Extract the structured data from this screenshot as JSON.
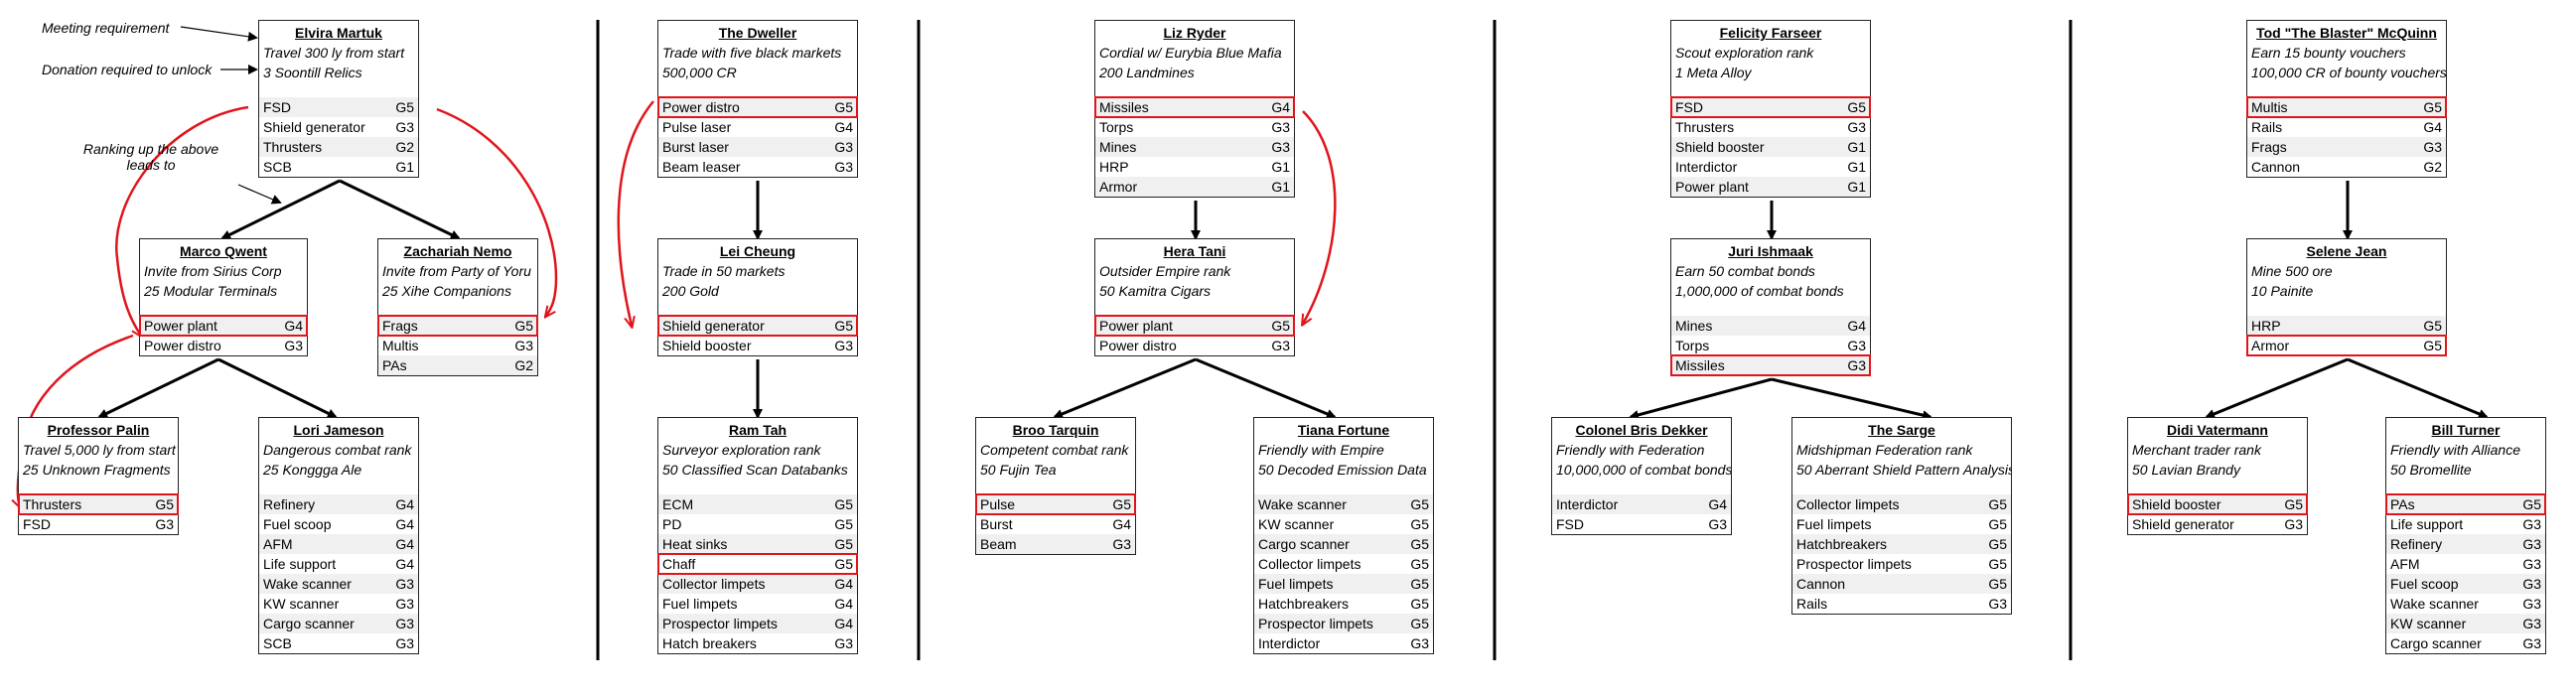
{
  "annotations": {
    "meeting_requirement": "Meeting requirement",
    "donation_required": "Donation required to unlock",
    "ranking_up": "Ranking up the above leads to"
  },
  "colors": {
    "highlight": "#e0141b",
    "line": "#000000",
    "row_alt": "#f0f0f0"
  },
  "engineers": [
    {
      "name": "Elvira Martuk",
      "req1": "Travel 300 ly from start",
      "req2": "3 Soontill Relics",
      "mods": [
        {
          "n": "FSD",
          "g": "G5",
          "hl": false
        },
        {
          "n": "Shield generator",
          "g": "G3",
          "hl": false
        },
        {
          "n": "Thrusters",
          "g": "G2",
          "hl": false
        },
        {
          "n": "SCB",
          "g": "G1",
          "hl": false
        }
      ]
    },
    {
      "name": "Marco Qwent",
      "req1": "Invite from Sirius Corp",
      "req2": "25 Modular Terminals",
      "mods": [
        {
          "n": "Power plant",
          "g": "G4",
          "hl": true
        },
        {
          "n": "Power distro",
          "g": "G3",
          "hl": false
        }
      ]
    },
    {
      "name": "Zachariah Nemo",
      "req1": "Invite from Party of Yoru",
      "req2": "25 Xihe Companions",
      "mods": [
        {
          "n": "Frags",
          "g": "G5",
          "hl": true
        },
        {
          "n": "Multis",
          "g": "G3",
          "hl": false
        },
        {
          "n": "PAs",
          "g": "G2",
          "hl": false
        }
      ]
    },
    {
      "name": "Professor Palin",
      "req1": "Travel 5,000 ly from start",
      "req2": "25 Unknown Fragments",
      "mods": [
        {
          "n": "Thrusters",
          "g": "G5",
          "hl": true
        },
        {
          "n": "FSD",
          "g": "G3",
          "hl": false
        }
      ]
    },
    {
      "name": "Lori Jameson",
      "req1": "Dangerous combat rank",
      "req2": "25 Konggga Ale",
      "mods": [
        {
          "n": "Refinery",
          "g": "G4",
          "hl": false
        },
        {
          "n": "Fuel scoop",
          "g": "G4",
          "hl": false
        },
        {
          "n": "AFM",
          "g": "G4",
          "hl": false
        },
        {
          "n": "Life support",
          "g": "G4",
          "hl": false
        },
        {
          "n": "Wake scanner",
          "g": "G3",
          "hl": false
        },
        {
          "n": "KW scanner",
          "g": "G3",
          "hl": false
        },
        {
          "n": "Cargo scanner",
          "g": "G3",
          "hl": false
        },
        {
          "n": "SCB",
          "g": "G3",
          "hl": false
        }
      ]
    },
    {
      "name": "The Dweller",
      "req1": "Trade with five black markets",
      "req2": "500,000 CR",
      "mods": [
        {
          "n": "Power distro",
          "g": "G5",
          "hl": true
        },
        {
          "n": "Pulse laser",
          "g": "G4",
          "hl": false
        },
        {
          "n": "Burst laser",
          "g": "G3",
          "hl": false
        },
        {
          "n": "Beam leaser",
          "g": "G3",
          "hl": false
        }
      ]
    },
    {
      "name": "Lei Cheung",
      "req1": "Trade in 50 markets",
      "req2": "200 Gold",
      "mods": [
        {
          "n": "Shield generator",
          "g": "G5",
          "hl": true
        },
        {
          "n": "Shield booster",
          "g": "G3",
          "hl": false
        }
      ]
    },
    {
      "name": "Ram Tah",
      "req1": "Surveyor exploration rank",
      "req2": "50 Classified Scan Databanks",
      "mods": [
        {
          "n": "ECM",
          "g": "G5",
          "hl": false
        },
        {
          "n": "PD",
          "g": "G5",
          "hl": false
        },
        {
          "n": "Heat sinks",
          "g": "G5",
          "hl": false
        },
        {
          "n": "Chaff",
          "g": "G5",
          "hl": true
        },
        {
          "n": "Collector limpets",
          "g": "G4",
          "hl": false
        },
        {
          "n": "Fuel limpets",
          "g": "G4",
          "hl": false
        },
        {
          "n": "Prospector limpets",
          "g": "G4",
          "hl": false
        },
        {
          "n": "Hatch breakers",
          "g": "G3",
          "hl": false
        }
      ]
    },
    {
      "name": "Liz Ryder",
      "req1": "Cordial w/ Eurybia Blue Mafia",
      "req2": "200 Landmines",
      "mods": [
        {
          "n": "Missiles",
          "g": "G4",
          "hl": true
        },
        {
          "n": "Torps",
          "g": "G3",
          "hl": false
        },
        {
          "n": "Mines",
          "g": "G3",
          "hl": false
        },
        {
          "n": "HRP",
          "g": "G1",
          "hl": false
        },
        {
          "n": "Armor",
          "g": "G1",
          "hl": false
        }
      ]
    },
    {
      "name": "Hera Tani",
      "req1": "Outsider Empire rank",
      "req2": "50 Kamitra Cigars",
      "mods": [
        {
          "n": "Power plant",
          "g": "G5",
          "hl": true
        },
        {
          "n": "Power distro",
          "g": "G3",
          "hl": false
        }
      ]
    },
    {
      "name": "Broo Tarquin",
      "req1": "Competent combat rank",
      "req2": "50 Fujin Tea",
      "mods": [
        {
          "n": "Pulse",
          "g": "G5",
          "hl": true
        },
        {
          "n": "Burst",
          "g": "G4",
          "hl": false
        },
        {
          "n": "Beam",
          "g": "G3",
          "hl": false
        }
      ]
    },
    {
      "name": "Tiana Fortune",
      "req1": "Friendly with Empire",
      "req2": "50 Decoded Emission Data",
      "mods": [
        {
          "n": "Wake scanner",
          "g": "G5",
          "hl": false
        },
        {
          "n": "KW scanner",
          "g": "G5",
          "hl": false
        },
        {
          "n": "Cargo scanner",
          "g": "G5",
          "hl": false
        },
        {
          "n": "Collector limpets",
          "g": "G5",
          "hl": false
        },
        {
          "n": "Fuel limpets",
          "g": "G5",
          "hl": false
        },
        {
          "n": "Hatchbreakers",
          "g": "G5",
          "hl": false
        },
        {
          "n": "Prospector limpets",
          "g": "G5",
          "hl": false
        },
        {
          "n": "Interdictor",
          "g": "G3",
          "hl": false
        }
      ]
    },
    {
      "name": "Felicity Farseer",
      "req1": "Scout exploration rank",
      "req2": "1 Meta Alloy",
      "mods": [
        {
          "n": "FSD",
          "g": "G5",
          "hl": true
        },
        {
          "n": "Thrusters",
          "g": "G3",
          "hl": false
        },
        {
          "n": "Shield booster",
          "g": "G1",
          "hl": false
        },
        {
          "n": "Interdictor",
          "g": "G1",
          "hl": false
        },
        {
          "n": "Power plant",
          "g": "G1",
          "hl": false
        }
      ]
    },
    {
      "name": "Juri Ishmaak",
      "req1": "Earn 50 combat bonds",
      "req2": "1,000,000 of combat bonds",
      "mods": [
        {
          "n": "Mines",
          "g": "G4",
          "hl": false
        },
        {
          "n": "Torps",
          "g": "G3",
          "hl": false
        },
        {
          "n": "Missiles",
          "g": "G3",
          "hl": true
        }
      ]
    },
    {
      "name": "Colonel Bris Dekker",
      "req1": "Friendly with Federation",
      "req2": "10,000,000 of combat bonds",
      "mods": [
        {
          "n": "Interdictor",
          "g": "G4",
          "hl": false
        },
        {
          "n": "FSD",
          "g": "G3",
          "hl": false
        }
      ]
    },
    {
      "name": "The Sarge",
      "req1": "Midshipman Federation rank",
      "req2": "50 Aberrant Shield Pattern Analysis",
      "mods": [
        {
          "n": "Collector limpets",
          "g": "G5",
          "hl": false
        },
        {
          "n": "Fuel limpets",
          "g": "G5",
          "hl": false
        },
        {
          "n": "Hatchbreakers",
          "g": "G5",
          "hl": false
        },
        {
          "n": "Prospector limpets",
          "g": "G5",
          "hl": false
        },
        {
          "n": "Cannon",
          "g": "G5",
          "hl": false
        },
        {
          "n": "Rails",
          "g": "G3",
          "hl": false
        }
      ]
    },
    {
      "name": "Tod \"The Blaster\" McQuinn",
      "req1": "Earn 15 bounty vouchers",
      "req2": "100,000 CR of bounty vouchers",
      "mods": [
        {
          "n": "Multis",
          "g": "G5",
          "hl": true
        },
        {
          "n": "Rails",
          "g": "G4",
          "hl": false
        },
        {
          "n": "Frags",
          "g": "G3",
          "hl": false
        },
        {
          "n": "Cannon",
          "g": "G2",
          "hl": false
        }
      ]
    },
    {
      "name": "Selene Jean",
      "req1": "Mine 500 ore",
      "req2": "10 Painite",
      "mods": [
        {
          "n": "HRP",
          "g": "G5",
          "hl": false
        },
        {
          "n": "Armor",
          "g": "G5",
          "hl": true
        }
      ]
    },
    {
      "name": "Didi Vatermann",
      "req1": "Merchant trader rank",
      "req2": "50 Lavian Brandy",
      "mods": [
        {
          "n": "Shield booster",
          "g": "G5",
          "hl": true
        },
        {
          "n": "Shield generator",
          "g": "G3",
          "hl": false
        }
      ]
    },
    {
      "name": "Bill Turner",
      "req1": "Friendly with Alliance",
      "req2": "50 Bromellite",
      "mods": [
        {
          "n": "PAs",
          "g": "G5",
          "hl": true
        },
        {
          "n": "Life support",
          "g": "G3",
          "hl": false
        },
        {
          "n": "Refinery",
          "g": "G3",
          "hl": false
        },
        {
          "n": "AFM",
          "g": "G3",
          "hl": false
        },
        {
          "n": "Fuel scoop",
          "g": "G3",
          "hl": false
        },
        {
          "n": "Wake scanner",
          "g": "G3",
          "hl": false
        },
        {
          "n": "KW scanner",
          "g": "G3",
          "hl": false
        },
        {
          "n": "Cargo scanner",
          "g": "G3",
          "hl": false
        }
      ]
    }
  ]
}
